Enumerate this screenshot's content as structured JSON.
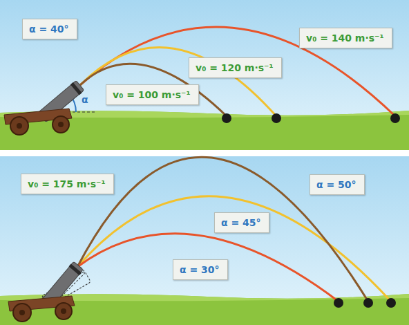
{
  "diagram": {
    "nodes": [
      {
        "text": [
          "α = 40°"
        ]
      },
      {
        "text": [
          "v₀ = 140 m·s⁻¹"
        ]
      },
      {
        "text": [
          "v₀ = 120 m·s⁻¹"
        ]
      },
      {
        "text": [
          "v₀ = 100 m·s⁻¹"
        ]
      },
      {
        "text": [
          "v₀ = 175 m·s⁻¹"
        ]
      },
      {
        "text": [
          "α = 50°"
        ]
      },
      {
        "text": [
          "α = 45°"
        ]
      },
      {
        "text": [
          "α = 30°"
        ]
      }
    ],
    "labels": [
      "α"
    ]
  }
}
